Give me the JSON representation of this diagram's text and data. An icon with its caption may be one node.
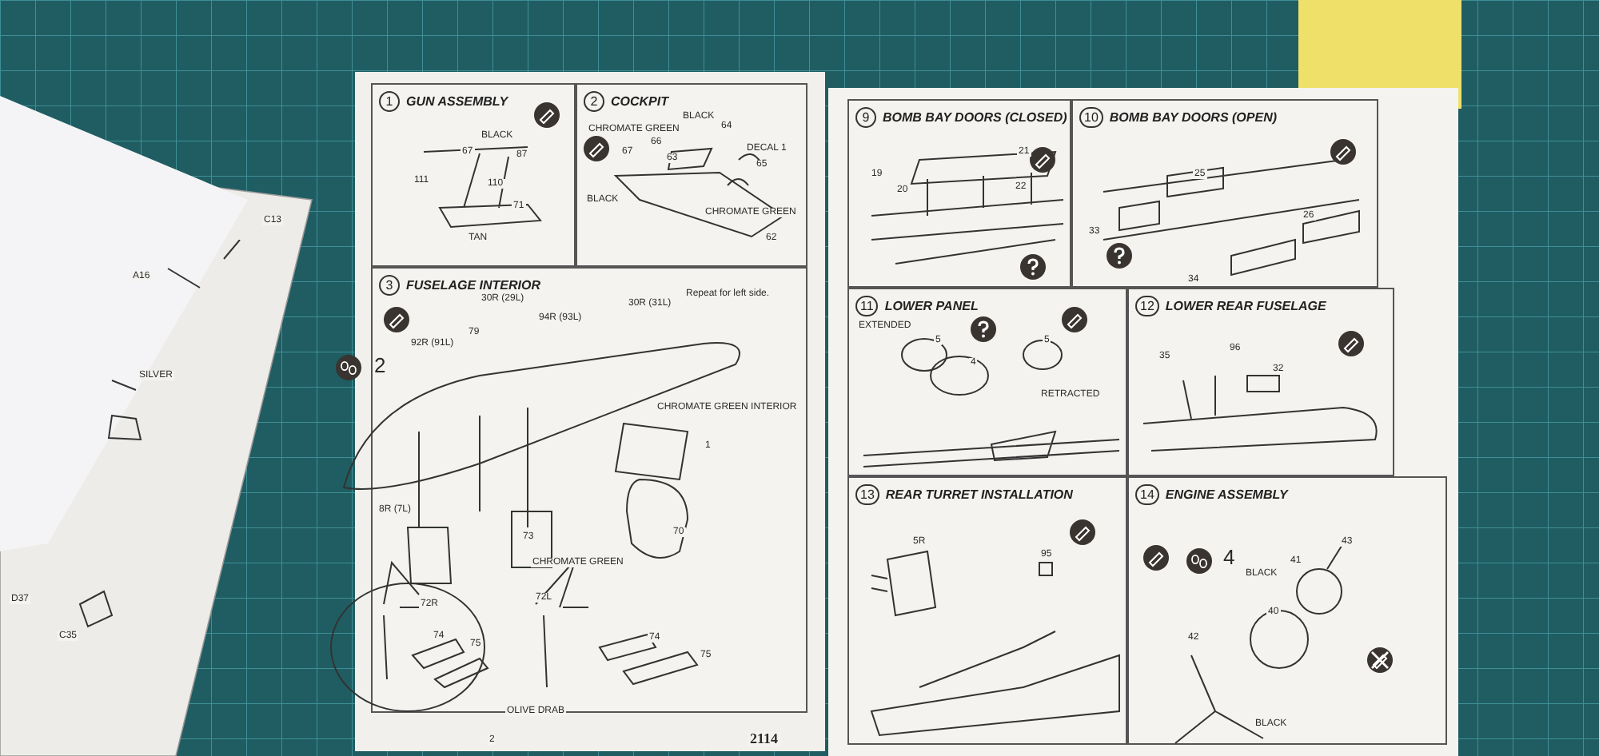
{
  "diagram": {
    "nodes": [
      {
        "text": [
          "1",
          "GUN ASSEMBLY"
        ]
      },
      {
        "text": [
          "2",
          "COCKPIT"
        ]
      },
      {
        "text": [
          "3",
          "FUSELAGE INTERIOR"
        ]
      },
      {
        "text": [
          "9",
          "BOMB BAY DOORS (CLOSED)"
        ]
      },
      {
        "text": [
          "10",
          "BOMB BAY DOORS (OPEN)"
        ]
      },
      {
        "text": [
          "11",
          "LOWER PANEL"
        ]
      },
      {
        "text": [
          "12",
          "LOWER REAR FUSELAGE"
        ]
      },
      {
        "text": [
          "13",
          "REAR TURRET INSTALLATION"
        ]
      },
      {
        "text": [
          "14",
          "ENGINE ASSEMBLY"
        ]
      }
    ],
    "labels": [
      "BLACK",
      "67",
      "87",
      "111",
      "110",
      "71",
      "TAN",
      "BLACK",
      "64",
      "CHROMATE GREEN",
      "66",
      "67",
      "63",
      "DECAL 1",
      "65",
      "BLACK",
      "CHROMATE GREEN",
      "62",
      "Repeat for left side.",
      "30R (29L)",
      "30R (31L)",
      "94R (93L)",
      "79",
      "92R (91L)",
      "2",
      "CHROMATE GREEN INTERIOR",
      "1",
      "8R (7L)",
      "73",
      "70",
      "CHROMATE GREEN",
      "72R",
      "72L",
      "74",
      "75",
      "74",
      "75",
      "OLIVE DRAB",
      "2",
      "2114",
      "21",
      "19",
      "20",
      "22",
      "25",
      "26",
      "33",
      "34",
      "EXTENDED",
      "5",
      "4",
      "5",
      "RETRACTED",
      "35",
      "96",
      "32",
      "5R",
      "95",
      "4",
      "43",
      "BLACK",
      "41",
      "40",
      "42",
      "BLACK",
      "C13",
      "SILVER",
      "A16",
      "D37",
      "C35"
    ]
  }
}
